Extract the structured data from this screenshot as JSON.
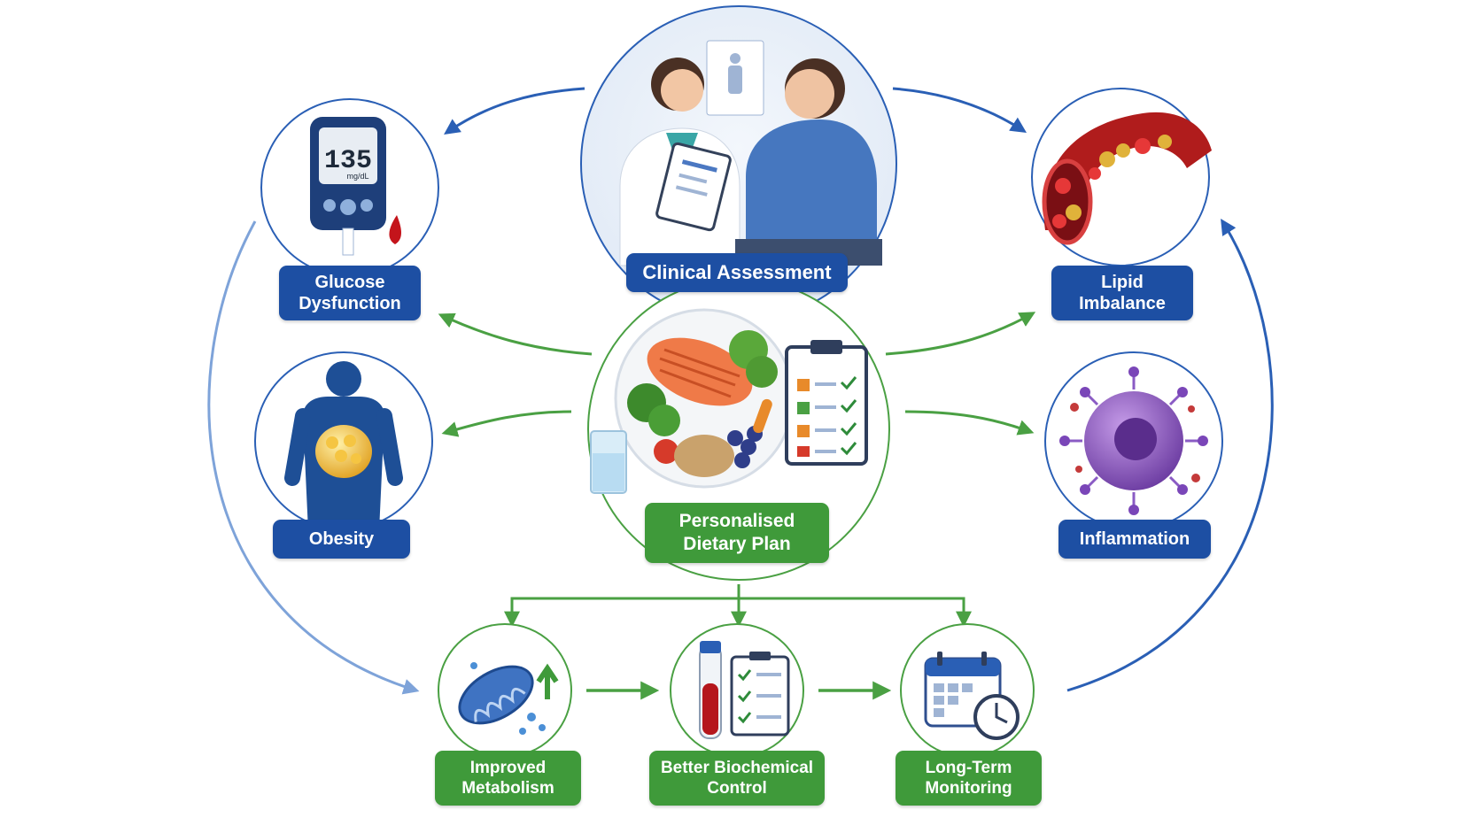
{
  "colors": {
    "blue": "#1d4fa3",
    "blue_arrow": "#2a5fb5",
    "blue_arrow_light": "#7ea3d9",
    "green": "#3f9a3a",
    "green_arrow": "#4aa043"
  },
  "nodes": {
    "clinical_assessment": {
      "label": "Clinical Assessment",
      "icon": "doctor-patient-consultation-icon"
    },
    "dietary_plan": {
      "label": "Personalised\nDietary Plan",
      "icon": "healthy-plate-and-checklist-icon"
    },
    "glucose_dysfunction": {
      "label": "Glucose\nDysfunction",
      "icon": "glucose-meter-icon",
      "meter_reading": "135",
      "meter_unit": "mg/dL"
    },
    "lipid_imbalance": {
      "label": "Lipid\nImbalance",
      "icon": "clogged-artery-icon"
    },
    "obesity": {
      "label": "Obesity",
      "icon": "body-fat-silhouette-icon"
    },
    "inflammation": {
      "label": "Inflammation",
      "icon": "inflammatory-cell-icon"
    },
    "improved_metabolism": {
      "label": "Improved\nMetabolism",
      "icon": "mitochondria-icon"
    },
    "better_biochemical_control": {
      "label": "Better Biochemical\nControl",
      "icon": "blood-tube-checklist-icon"
    },
    "long_term_monitoring": {
      "label": "Long-Term\nMonitoring",
      "icon": "calendar-clock-icon"
    }
  }
}
